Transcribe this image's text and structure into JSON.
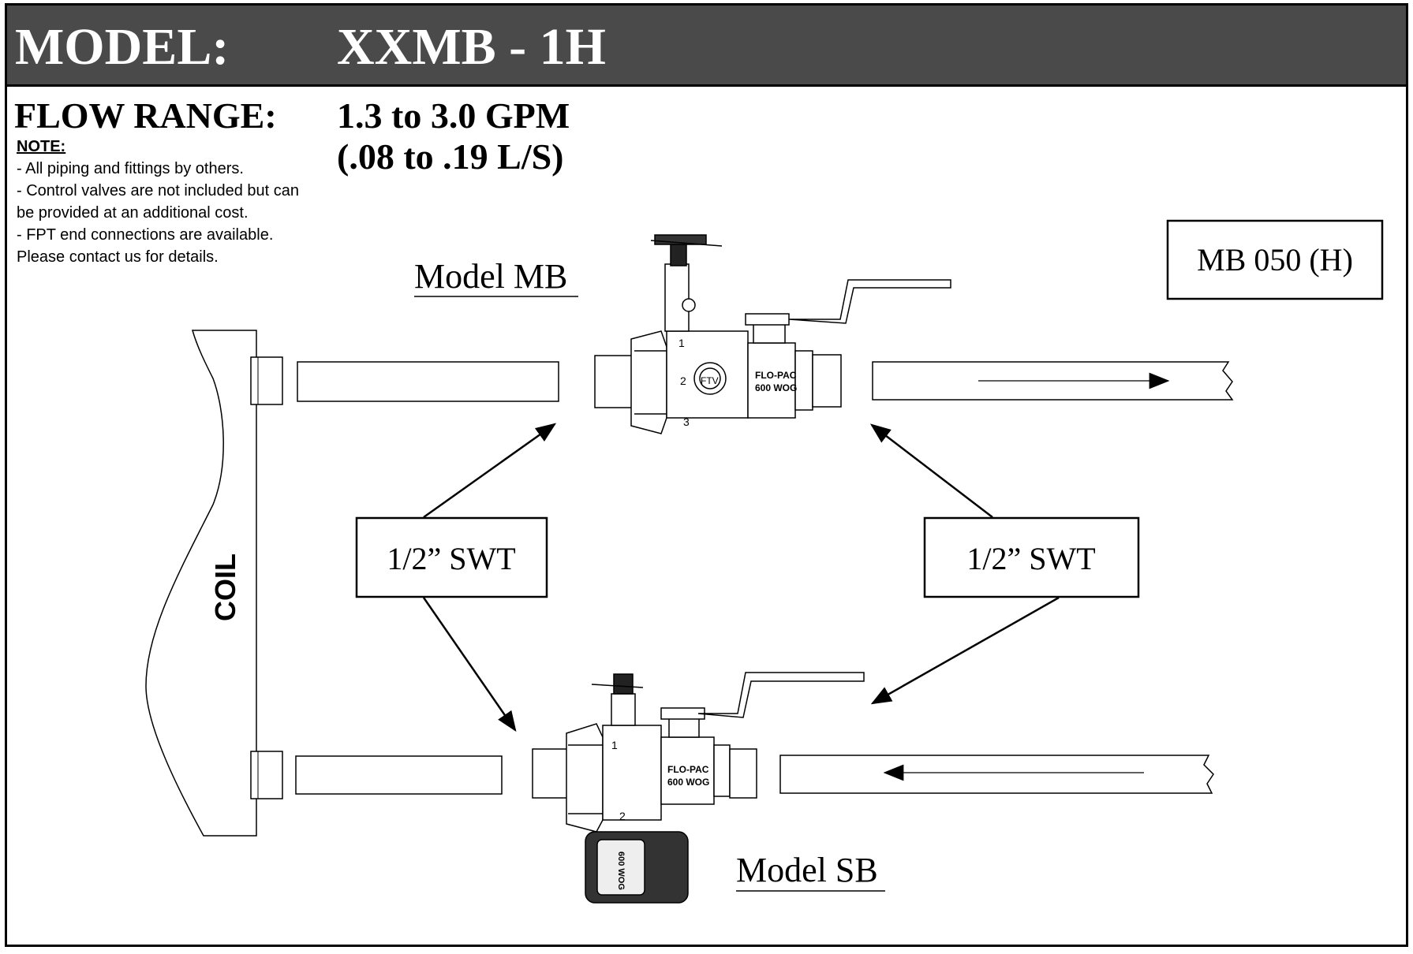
{
  "header": {
    "model_label": "MODEL:",
    "model_value": "XXMB - 1H",
    "background_color": "#4a4a4a"
  },
  "flow": {
    "label": "FLOW RANGE:",
    "value_line1": "1.3 to 3.0 GPM",
    "value_line2": "(.08 to .19 L/S)"
  },
  "notes": {
    "title": "NOTE:",
    "lines": [
      "- All piping and fittings by others.",
      "- Control valves are not included but can",
      "be provided at an additional cost.",
      "- FPT end connections are available.",
      "Please contact us for details."
    ]
  },
  "diagram": {
    "part_number": "MB 050 (H)",
    "model_mb_label": "Model MB",
    "model_sb_label": "Model SB",
    "coil_label": "COIL",
    "connection_left": "1/2” SWT",
    "connection_right": "1/2” SWT",
    "valve_mb": {
      "brand": "FLO-PAC",
      "rating": "600 WOG",
      "port1": "1",
      "port2": "2",
      "port3": "3",
      "gauge": "FTV"
    },
    "valve_sb": {
      "brand": "FLO-PAC",
      "rating": "600 WOG",
      "port1": "1",
      "port2": "2",
      "drain_text": "600 WOG"
    }
  }
}
